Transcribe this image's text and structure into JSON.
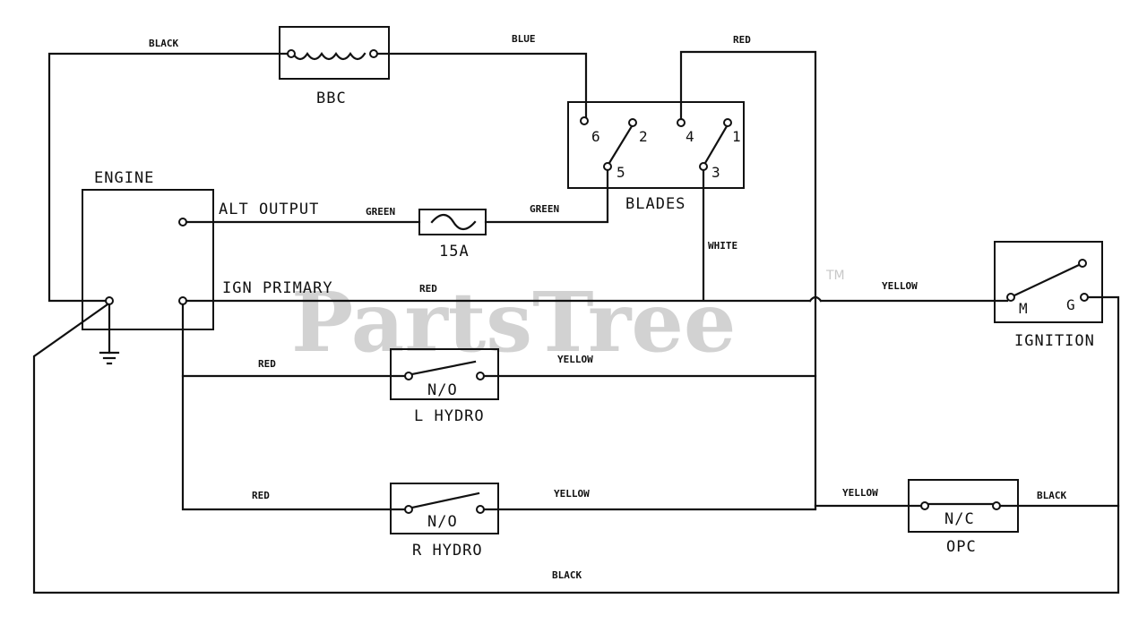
{
  "watermark": {
    "text": "PartsTree",
    "tm": "TM"
  },
  "components": {
    "bbc": "BBC",
    "blades": "BLADES",
    "engine": "ENGINE",
    "alt_output": "ALT OUTPUT",
    "ign_primary": "IGN PRIMARY",
    "fuse": "15A",
    "ignition": "IGNITION",
    "l_hydro": "L HYDRO",
    "r_hydro": "R HYDRO",
    "opc": "OPC",
    "n_o": "N/O",
    "n_c": "N/C"
  },
  "terminals": {
    "blades": [
      "6",
      "2",
      "4",
      "1",
      "5",
      "3"
    ],
    "ignition_m": "M",
    "ignition_g": "G"
  },
  "wires": {
    "black_top": "BLACK",
    "blue": "BLUE",
    "red_top": "RED",
    "green_left": "GREEN",
    "green_right": "GREEN",
    "white": "WHITE",
    "red_ign": "RED",
    "yellow_ign": "YELLOW",
    "red_l": "RED",
    "yellow_l": "YELLOW",
    "red_r": "RED",
    "yellow_r": "YELLOW",
    "yellow_opc": "YELLOW",
    "black_opc": "BLACK",
    "black_bottom": "BLACK"
  }
}
